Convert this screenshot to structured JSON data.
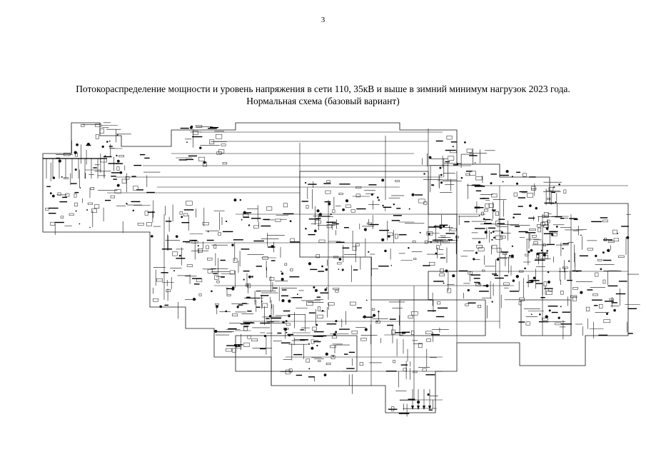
{
  "page": {
    "number": "3"
  },
  "header": {
    "title_line1": "Потокораспределение мощности и уровень напряжения в сети 110, 35кВ и выше в зимний минимум нагрузок 2023 года.",
    "title_line2": "Нормальная схема (базовый вариант)"
  },
  "style": {
    "line_color": "#111111",
    "background": "#ffffff"
  }
}
